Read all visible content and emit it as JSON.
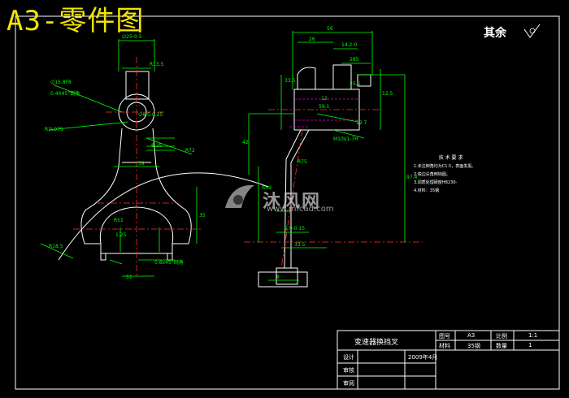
{
  "page_label": "A3-零件图",
  "roughness_note": "其余",
  "technical_requirements": {
    "title": "技 术 要 求",
    "items": [
      "1.未注倒角均为C1.5，表面发黑。",
      "2.锐边尖角倒钝圆。",
      "3.调质处理硬度HB230-",
      "4.材料：35钢"
    ]
  },
  "watermark": {
    "brand": "沐风网",
    "url": "www.mfcad.com"
  },
  "title_block": {
    "part_name": "变速器换挡叉",
    "drawing_no_label": "图号",
    "drawing_no": "A3",
    "scale_label": "比例",
    "scale": "1:1",
    "material_label": "材料",
    "material": "35钢",
    "quantity_label": "数量",
    "quantity": "1",
    "designer_label": "设计",
    "date": "2009年4月",
    "checker_label": "审核",
    "approver_label": "审阅"
  },
  "dimensions": {
    "left_view": [
      "∅15.8F8",
      "R13.5",
      "R1L975",
      "0.4X45°倒角",
      "∅8.5-0.25",
      "8.25",
      "∅25-0.5",
      "59",
      "R72",
      "35",
      "R18.5",
      "1.25",
      "0.8x45°倒角",
      "51",
      "R51"
    ],
    "right_view": [
      "56",
      "14.2-0",
      "285",
      "25.5",
      "26",
      "12.5",
      "12",
      "42",
      "59.1",
      "M10x1-7H",
      "12.7",
      "R75",
      "R59",
      "33.5",
      "5.9-0.15",
      "8",
      "33.5",
      "97.4"
    ]
  },
  "colors": {
    "outline": "#ffffff",
    "dimension": "#00ff00",
    "centerline": "#ff3030",
    "hidden": "#e000e0",
    "heading": "#f2e400"
  }
}
